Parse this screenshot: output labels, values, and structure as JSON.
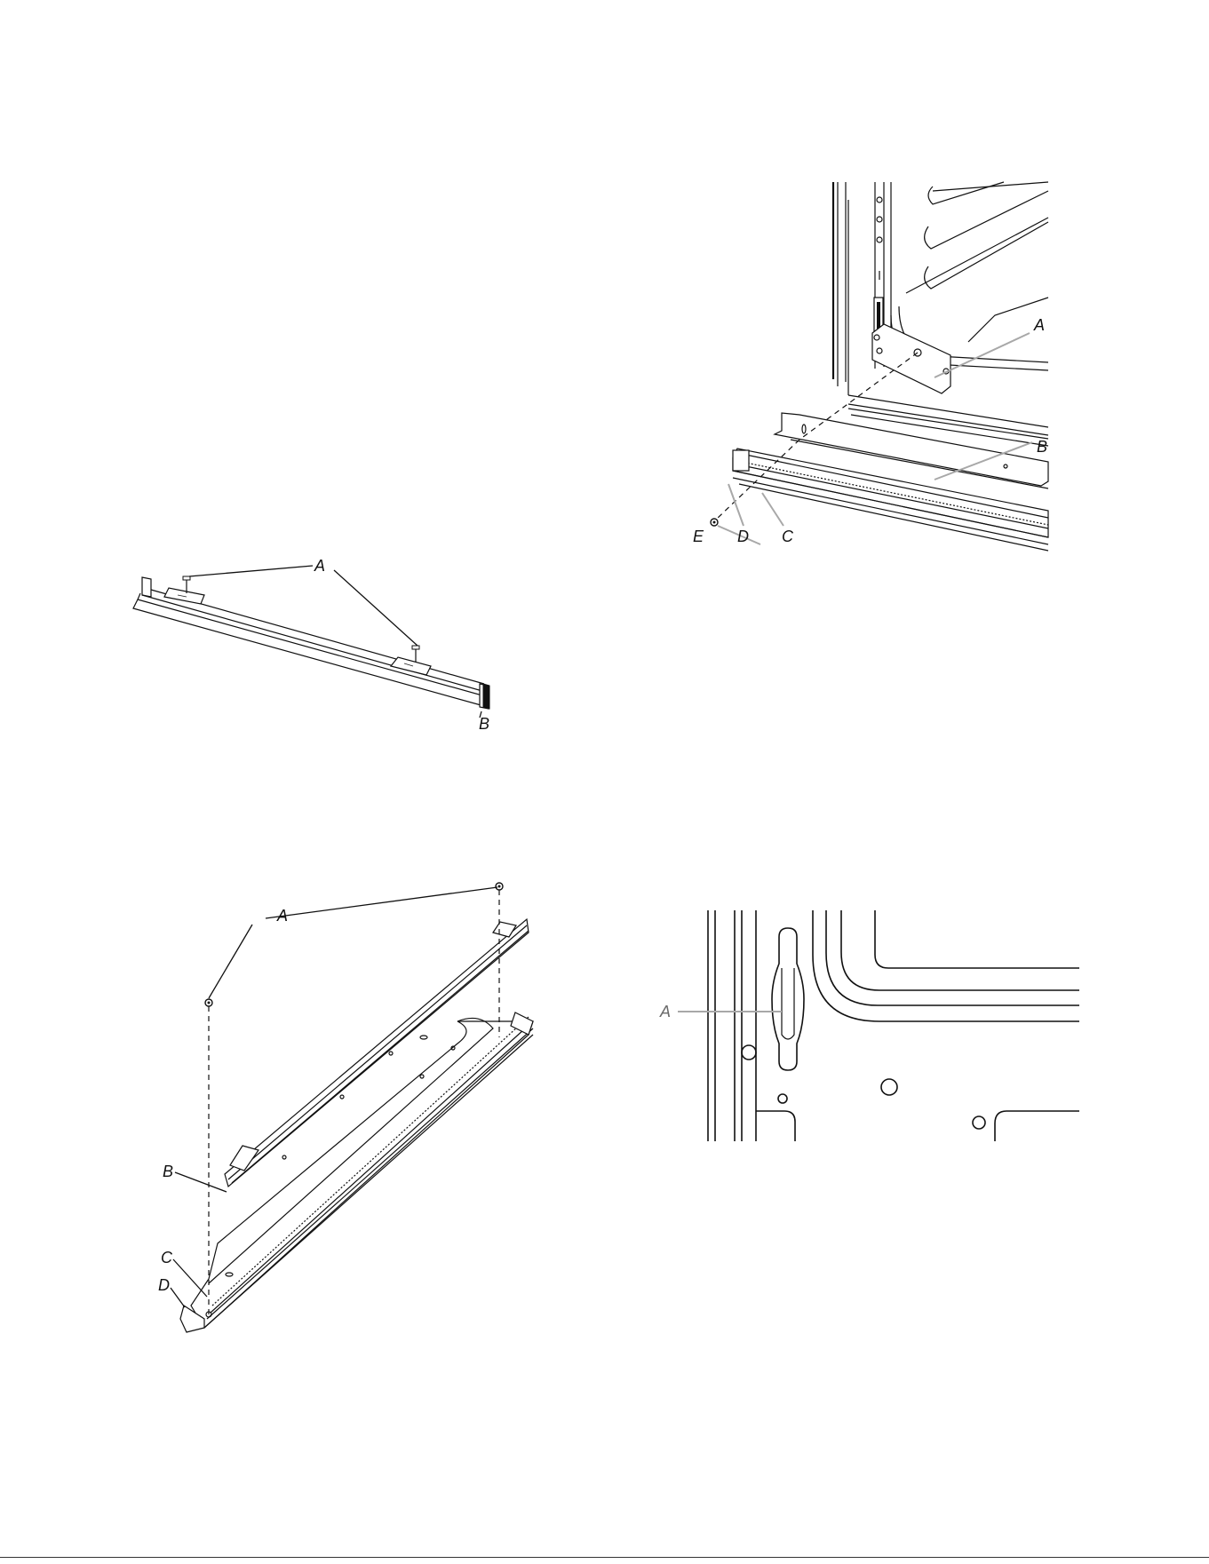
{
  "figures": {
    "top_left": {
      "labels": {
        "A": "A",
        "B": "B"
      }
    },
    "top_right": {
      "labels": {
        "A": "A",
        "B": "B",
        "C": "C",
        "D": "D",
        "E": "E"
      }
    },
    "bottom_left": {
      "labels": {
        "A": "A",
        "B": "B",
        "C": "C",
        "D": "D"
      }
    },
    "bottom_right": {
      "labels": {
        "A": "A"
      }
    }
  },
  "colors": {
    "line": "#111111",
    "leader_grey": "#a8a8a8",
    "label_grey": "#6a6a6a"
  }
}
